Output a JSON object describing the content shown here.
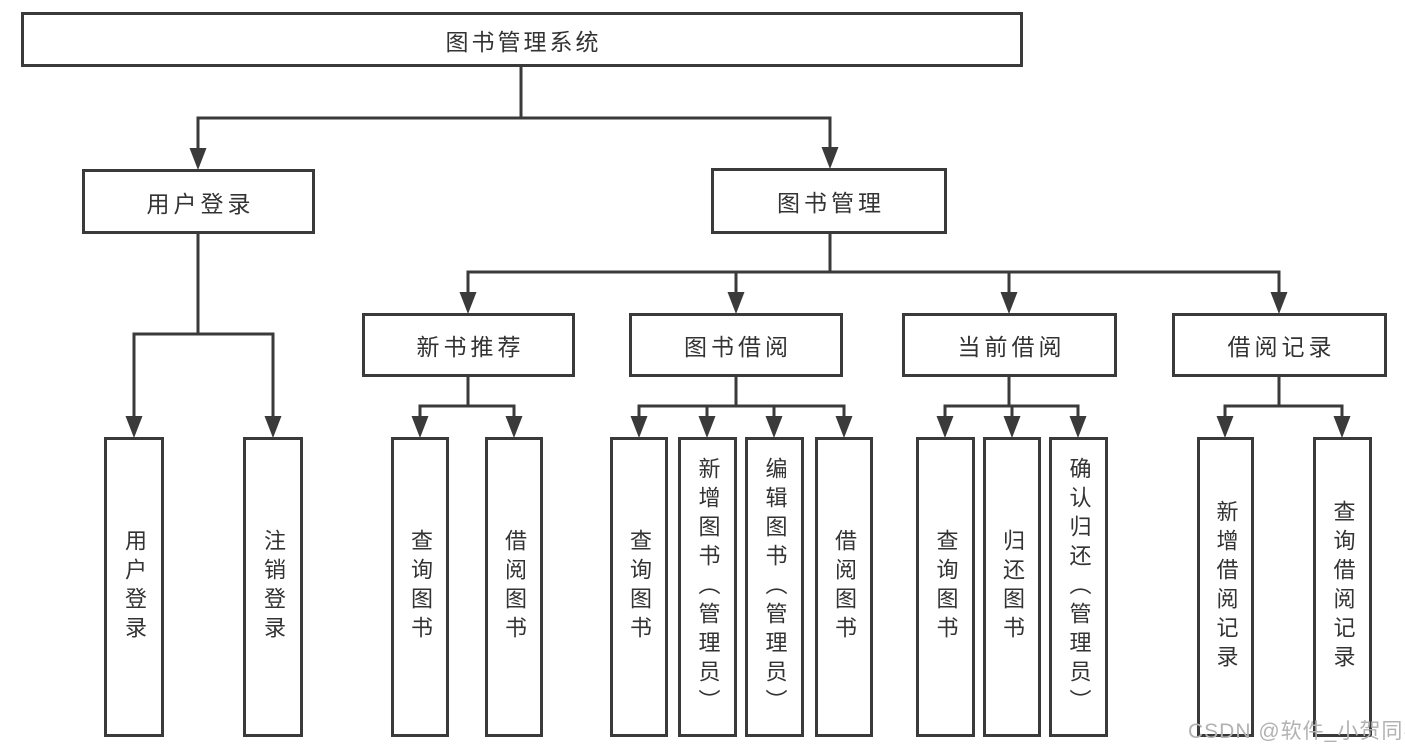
{
  "diagram": {
    "root": {
      "label": "图书管理系统"
    },
    "branches": [
      {
        "label": "用户登录",
        "children": [
          {
            "label": "用户登录"
          },
          {
            "label": "注销登录"
          }
        ]
      },
      {
        "label": "图书管理",
        "children": [
          {
            "label": "新书推荐",
            "children": [
              {
                "label": "查询图书"
              },
              {
                "label": "借阅图书"
              }
            ]
          },
          {
            "label": "图书借阅",
            "children": [
              {
                "label": "查询图书"
              },
              {
                "label": "新增图书（管理员）"
              },
              {
                "label": "编辑图书（管理员）"
              },
              {
                "label": "借阅图书"
              }
            ]
          },
          {
            "label": "当前借阅",
            "children": [
              {
                "label": "查询图书"
              },
              {
                "label": "归还图书"
              },
              {
                "label": "确认归还（管理员）"
              }
            ]
          },
          {
            "label": "借阅记录",
            "children": [
              {
                "label": "新增借阅记录"
              },
              {
                "label": "查询借阅记录"
              }
            ]
          }
        ]
      }
    ]
  },
  "watermark": {
    "text": "CSDN @软件_小贺同学"
  },
  "colors": {
    "line": "#3a3a3a",
    "text": "#333333",
    "watermark": "#b2b2b2",
    "background": "#ffffff"
  }
}
